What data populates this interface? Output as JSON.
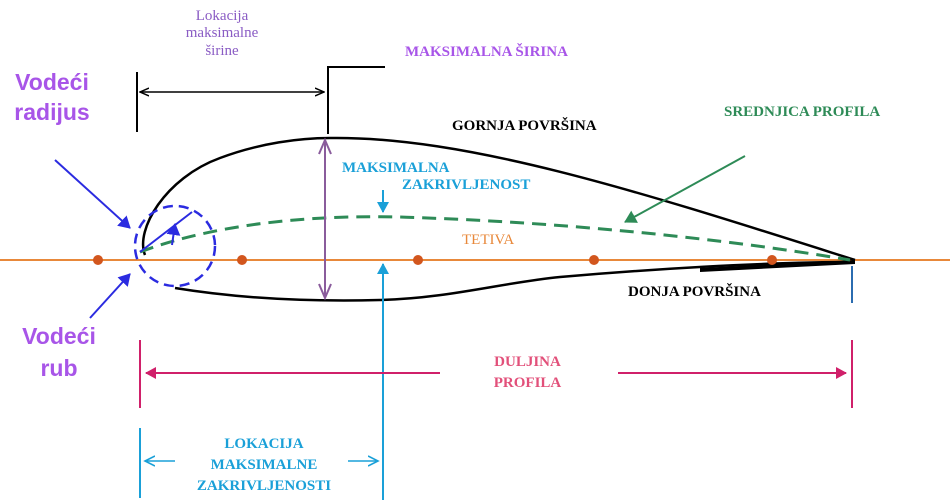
{
  "labels": {
    "lokacija_maks_sirine": [
      "Lokacija",
      "maksimalne",
      "širine"
    ],
    "maksimalna_sirina": "MAKSIMALNA ŠIRINA",
    "vodeci_radijus": [
      "Vodeći",
      "radijus"
    ],
    "gornja_povrsina": "GORNJA POVRŠINA",
    "srednjica_profila": "SREDNJICA PROFILA",
    "maksimalna_zakrivljenost": [
      "MAKSIMALNA",
      "ZAKRIVLJENOST"
    ],
    "tetiva": "TETIVA",
    "donja_povrsina": "DONJA POVRŠINA",
    "vodeci_rub": [
      "Vodeći",
      "rub"
    ],
    "duljina_profila": [
      "DULJINA",
      "PROFILA"
    ],
    "lokacija_maks_zakrivljenosti": [
      "LOKACIJA",
      "MAKSIMALNE",
      "ZAKRIVLJENOSTI"
    ]
  },
  "colors": {
    "purple": "#a855e8",
    "violet_small": "#8a5cc4",
    "blue": "#2b2be0",
    "cyan": "#1aa0d8",
    "green": "#2e8b57",
    "orange": "#e8883a",
    "orange_dot": "#d2561e",
    "magenta": "#d0206a",
    "pink_text": "#e2507a",
    "black": "#000000"
  }
}
